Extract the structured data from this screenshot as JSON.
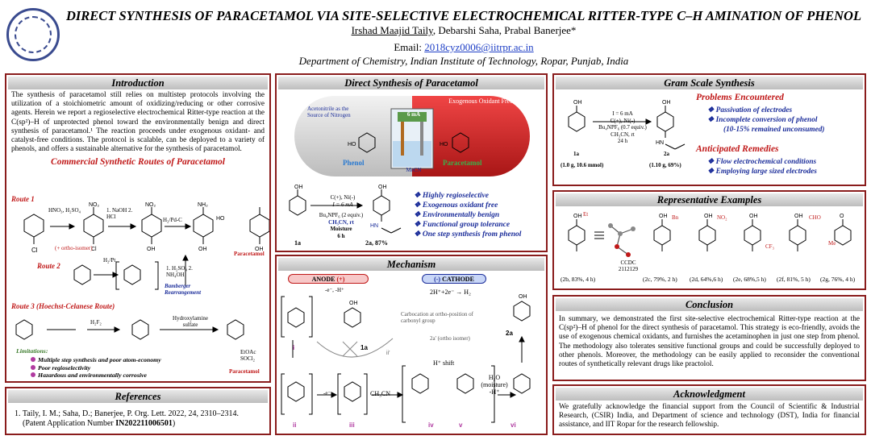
{
  "header": {
    "title": "DIRECT SYNTHESIS OF PARACETAMOL VIA SITE-SELECTIVE ELECTROCHEMICAL RITTER-TYPE C–H AMINATION OF PHENOL",
    "author_main": "Irshad Maajid Taily",
    "authors_rest": ", Debarshi Saha, Prabal Banerjee*",
    "email_label": "Email: ",
    "email": "2018cyz0006@iitrpr.ac.in",
    "affiliation": "Department of Chemistry, Indian Institute of Technology, Ropar, Punjab, India"
  },
  "intro": {
    "heading": "Introduction",
    "text": "The synthesis of paracetamol still relies on multistep protocols involving the utilization of a stoichiometric amount of oxidizing/reducing or other corrosive agents. Herein we report a regioselective electrochemical Ritter-type reaction at the C(sp²)–H of unprotected phenol toward the environmentally benign and direct synthesis of paracetamol.¹ The reaction proceeds under exogenous oxidant- and catalyst-free conditions. The protocol is scalable, can be deployed to a variety of phenols, and offers a sustainable alternative for the synthesis of paracetamol.",
    "sub": "Commercial Synthetic Routes of Paracetamol",
    "route1": "Route 1",
    "route2": "Route 2",
    "route3": "Route 3 (Hoechst-Celanese Route)",
    "r1_cond1": "HNO₃, H₂SO₄",
    "r1_cond2": "1. NaOH 2. HCl",
    "r1_cond3": "H₂/Pd-C",
    "ortho": "(+ ortho-isomer)",
    "paracetamol": "Paracetamol",
    "r2_cond1": "H₂/Pt",
    "r2_cond2": "1. H₂SO₄ 2. NH₄OH",
    "bamberger": "Bamberger Rearrangement",
    "r3_cond1": "H₂F₂",
    "r3_cond2": "Hydroxylamine sulfate",
    "r3_cond3": "EtOAc SOCl₂",
    "paracetamol2": "Paracetamol",
    "limitations": "Limitations:",
    "lim": [
      "Multiple step synthesis and poor atom-economy",
      "Poor regioselectivity",
      "Hazardous and environmentally corrosive"
    ]
  },
  "references": {
    "heading": "References",
    "line1": "1. Taily, I. M.; Saha, D.; Banerjee, P. Org. Lett. 2022, 24, 2310–2314.",
    "line2_pre": "(Patent Application Number ",
    "line2_num": "IN202211006501",
    "line2_post": ")"
  },
  "direct": {
    "heading": "Direct Synthesis of Paracetamol",
    "pill_left": "Acetonitrile as the Source of Nitrogen",
    "pill_right": "Exogenous Oxidant Free",
    "phenol": "Phenol",
    "paracetamol": "Paracetamol",
    "cell_label": "6 mA",
    "mecn": "MeCN",
    "cond1": "C(+), Ni(-)",
    "cond2": "I = 6 mA",
    "cond3": "Bu₄NPF₆ (2 equiv.)",
    "cond4": "CH₃CN, rt",
    "cond5": "Moisture",
    "cond6": "6 h",
    "sm": "1a",
    "prod": "2a, 87%",
    "features": [
      "Highly regioselective",
      "Exogenous oxidant free",
      "Environmentally benign",
      "Functional group tolerance",
      "One step synthesis from phenol"
    ]
  },
  "mechanism": {
    "heading": "Mechanism",
    "anode": "ANODE",
    "anode_sign": "(+)",
    "cathode": "CATHODE",
    "cathode_sign": "(-)",
    "anode_rxn": "-e⁻, -H⁺",
    "cathode_rxn": "2H⁺+2e⁻ → H₂",
    "carbocation": "Carbocation at ortho-position of carbonyl group",
    "ortho_iso": "2a' (ortho isomer)",
    "e_minus": "-e⁻",
    "ch3cn": "CH₃CN",
    "hshift": "H⁺ shift",
    "h2o": "H₂O (moisture) -H⁺",
    "labels": [
      "i",
      "ii",
      "iii",
      "iv",
      "v",
      "vi",
      "1a",
      "2a",
      "ii'"
    ]
  },
  "gram": {
    "heading": "Gram Scale Synthesis",
    "cond": [
      "I = 6 mA",
      "C(+), Ni(-)",
      "Bu₄NPF₆ (0.7 equiv.)",
      "CH₃CN, rt",
      "24 h"
    ],
    "sm": "1a",
    "sm_amt": "(1.0 g, 10.6 mmol)",
    "prod": "2a",
    "prod_amt": "(1.10 g, 69%)",
    "problems": "Problems Encountered",
    "prob_items": [
      "Passivation of electrodes",
      "Incomplete conversion of phenol",
      "(10-15% remained unconsumed)"
    ],
    "remedies": "Anticipated Remedies",
    "rem_items": [
      "Flow electrochemical conditions",
      "Employing large sized electrodes"
    ]
  },
  "examples": {
    "heading": "Representative Examples",
    "ccdc": "CCDC 2112129",
    "items": [
      "(2b, 83%, 4 h)",
      "(2c, 79%, 2 h)",
      "(2d, 64%,6 h)",
      "(2e, 68%,5 h)",
      "(2f, 81%, 5 h)",
      "(2g, 76%, 4 h)"
    ],
    "subs": [
      "Et",
      "Bn",
      "NO₂",
      "CF₃",
      "CHO",
      "Me"
    ]
  },
  "conclusion": {
    "heading": "Conclusion",
    "text": "In summary, we demonstrated the first site-selective electrochemical Ritter-type reaction at the C(sp²)–H of phenol for the direct synthesis of paracetamol. This strategy is eco-friendly, avoids the use of exogenous chemical oxidants, and furnishes the acetaminophen in just one step from phenol. The methodology also tolerates sensitive functional groups and could be successfully deployed to other phenols. Moreover, the methodology can be easily applied to reconsider the conventional routes of synthetically relevant drugs like practolol."
  },
  "ack": {
    "heading": "Acknowledgment",
    "text": "We gratefully acknowledge the financial support from the Council of Scientific & Industrial Research, (CSIR) India, and Department of science and technology (DST), India for financial assistance, and IIT Ropar for the research fellowship."
  },
  "colors": {
    "border": "#8a1c1c",
    "accent_red": "#c01818",
    "accent_blue": "#1b2d9a"
  }
}
